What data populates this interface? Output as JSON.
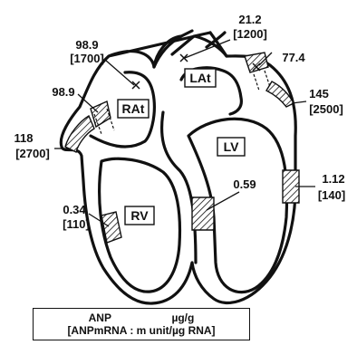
{
  "chambers": {
    "rat": "RAt",
    "lat": "LAt",
    "rv": "RV",
    "lv": "LV"
  },
  "values": {
    "rat_top_anp": "98.9",
    "rat_top_mrna": "[1700]",
    "rat_side_anp": "98.9",
    "rat_aur_anp": "118",
    "rat_aur_mrna": "[2700]",
    "lat_top_anp": "21.2",
    "lat_top_mrna": "[1200]",
    "lat_app_anp": "77.4",
    "lat_aur_anp": "145",
    "lat_aur_mrna": "[2500]",
    "septum_anp": "0.59",
    "lv_wall_anp": "1.12",
    "lv_wall_mrna": "[140]",
    "rv_wall_anp": "0.34",
    "rv_wall_mrna": "[110]"
  },
  "legend": {
    "anp": "ANP",
    "unit": "µg/g",
    "mrna_line": "[ANPmRNA : m unit/µg RNA]"
  }
}
